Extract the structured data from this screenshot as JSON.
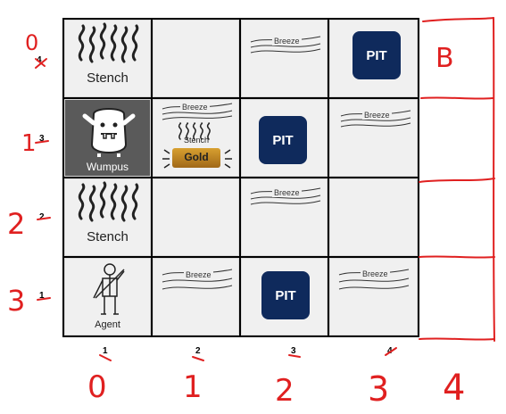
{
  "world": {
    "cells": {
      "r0c0": {
        "label": "Stench"
      },
      "r0c2": {
        "label": "Breeze"
      },
      "r0c3": {
        "label": "PIT"
      },
      "r1c0": {
        "label": "Wumpus"
      },
      "r1c1": {
        "breeze": "Breeze",
        "stench": "Stench",
        "gold": "Gold"
      },
      "r1c2": {
        "label": "PIT"
      },
      "r1c3": {
        "label": "Breeze"
      },
      "r2c0": {
        "label": "Stench"
      },
      "r2c2": {
        "label": "Breeze"
      },
      "r3c0": {
        "label": "Agent"
      },
      "r3c1": {
        "label": "Breeze"
      },
      "r3c2": {
        "label": "PIT"
      },
      "r3c3": {
        "label": "Breeze"
      }
    }
  },
  "printed_indices": {
    "cols": [
      "1",
      "2",
      "3",
      "4"
    ],
    "rows": [
      "4",
      "3",
      "2",
      "1"
    ]
  },
  "handwritten": {
    "row_labels": [
      "0",
      "1",
      "2",
      "3"
    ],
    "col_labels": [
      "0",
      "1",
      "2",
      "3",
      "4"
    ],
    "row0_extra": "B"
  },
  "colors": {
    "pit": "#0f2a5c",
    "wumpus_cell": "#5a5a5a",
    "annotation": "#e02020"
  }
}
